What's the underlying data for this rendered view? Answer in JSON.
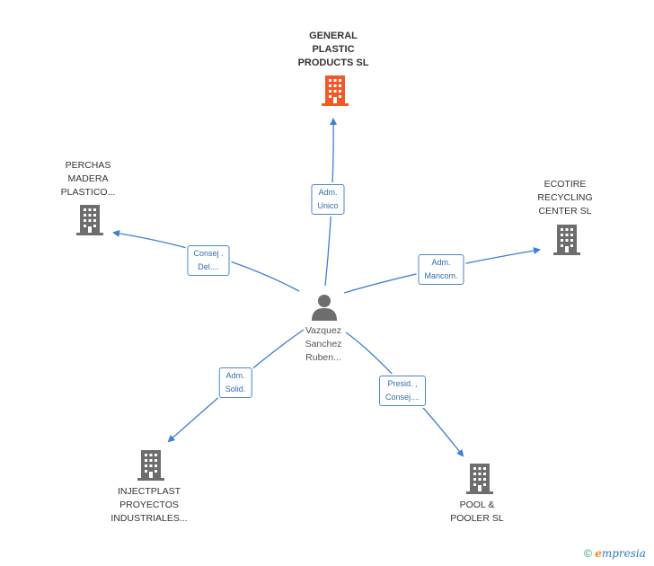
{
  "center": {
    "label": "Vazquez\nSanchez\nRuben..."
  },
  "companies": [
    {
      "id": "general",
      "label": "GENERAL\nPLASTIC\nPRODUCTS SL",
      "highlight": true
    },
    {
      "id": "perchas",
      "label": "PERCHAS\nMADERA\nPLASTICO..."
    },
    {
      "id": "ecotire",
      "label": "ECOTIRE\nRECYCLING\nCENTER SL"
    },
    {
      "id": "injectplast",
      "label": "INJECTPLAST\nPROYECTOS\nINDUSTRIALES..."
    },
    {
      "id": "pool",
      "label": "POOL &\nPOOLER SL"
    }
  ],
  "roles": [
    {
      "target": "general",
      "label": "Adm.\nUnico"
    },
    {
      "target": "perchas",
      "label": "Consej .\nDel...."
    },
    {
      "target": "ecotire",
      "label": "Adm.\nMancom."
    },
    {
      "target": "injectplast",
      "label": "Adm.\nSolid."
    },
    {
      "target": "pool",
      "label": "Presid. ,\nConsej...."
    }
  ],
  "colors": {
    "edge": "#3d7fd1",
    "building": "#6d6d6d",
    "highlight": "#f05a28",
    "person": "#6d6d6d"
  },
  "footer": {
    "copyright": "©",
    "brand_e": "e",
    "brand_rest": "mpresia"
  }
}
